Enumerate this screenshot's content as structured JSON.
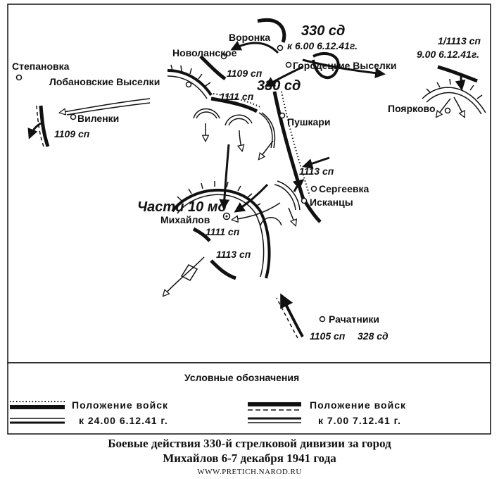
{
  "places": {
    "voronka": "Воронка",
    "novolanskoe": "Новоланское",
    "stepanovka": "Степановка",
    "lobanovskie": "Лобановские Выселки",
    "gorodetskie": "Городецкие Выселки",
    "vilenki": "Виленки",
    "pushkari": "Пушкари",
    "poyarkovo": "Поярково",
    "sergeevka": "Сергеевка",
    "iskantsy": "Исканцы",
    "mikhailov": "Михайлов",
    "rachatniki": "Рачатники"
  },
  "units": {
    "div330_top": "330 сд",
    "div330_time": "к 6.00 6.12.41г.",
    "reg1113_top": "1/1113 сп",
    "reg1113_time": "9.00 6.12.41г.",
    "reg1109_a": "1109 сп",
    "div330_mid": "330 сд",
    "reg1111_a": "1111 сп",
    "reg1109_b": "1109 сп",
    "reg1113_b": "1113 сп",
    "div10md": "Части 10 мд",
    "reg1111_b": "1111 сп",
    "reg1113_c": "1113 сп",
    "reg1105": "1105 сп",
    "div328": "328 сд"
  },
  "legend": {
    "title": "Условные обозначения",
    "item1_line1": "Положение войск",
    "item1_line2": "к 24.00 6.12.41 г.",
    "item2_line1": "Положение войск",
    "item2_line2": "к 7.00 7.12.41 г."
  },
  "caption": {
    "line1": "Боевые действия 330-й стрелковой дивизии за город",
    "line2": "Михайлов 6-7 декабря 1941 года"
  },
  "source": "WWW.PRETICH.NAROD.RU"
}
